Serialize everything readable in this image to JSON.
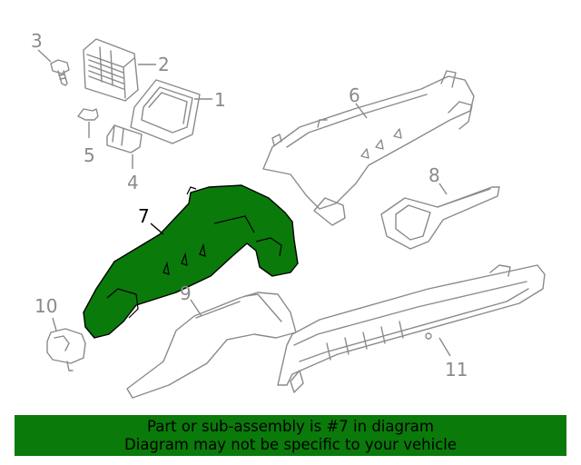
{
  "callouts": {
    "c1": "1",
    "c2": "2",
    "c3": "3",
    "c4": "4",
    "c5": "5",
    "c6": "6",
    "c7": "7",
    "c8": "8",
    "c9": "9",
    "c10": "10",
    "c11": "11"
  },
  "highlighted_part": "7",
  "colors": {
    "highlight_fill": "#0a7a0a",
    "line": "#8a8a8a",
    "banner": "#0a7a0a"
  },
  "banner": {
    "line1": "Part or sub-assembly is #7 in diagram",
    "line2": "Diagram may not be specific to your vehicle"
  }
}
